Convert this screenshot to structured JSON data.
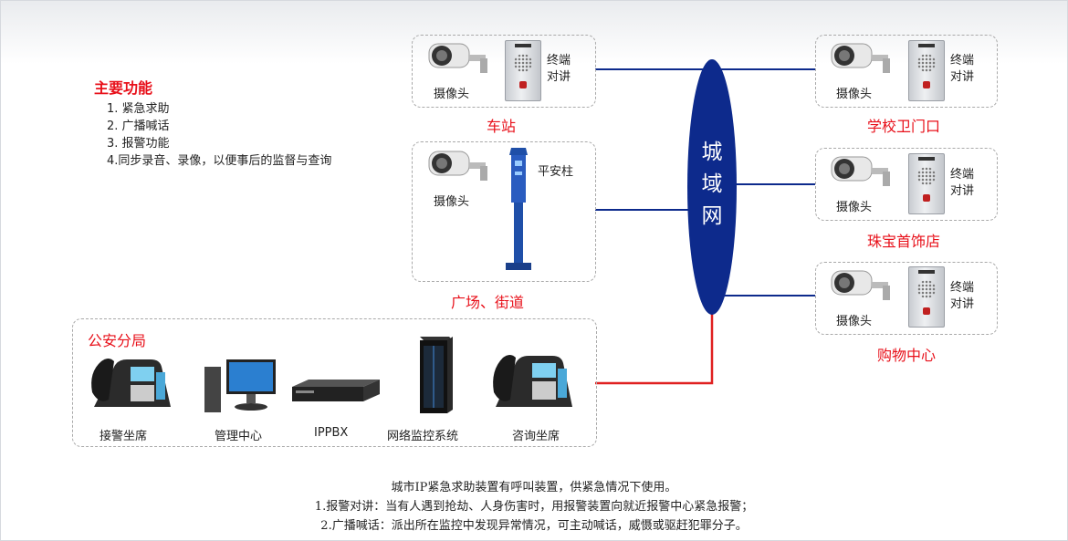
{
  "functions": {
    "title": "主要功能",
    "items": [
      "1. 紧急求助",
      "2. 广播喊话",
      "3. 报警功能",
      "4.同步录音、录像，以便事后的监督与查询"
    ]
  },
  "network": {
    "chars": [
      "城",
      "域",
      "网"
    ],
    "color": "#0d2a8c"
  },
  "sites": {
    "station": {
      "name": "车站",
      "camera": "摄像头",
      "intercom": "终端\n对讲"
    },
    "square": {
      "name": "广场、街道",
      "camera": "摄像头",
      "pillar": "平安柱"
    },
    "school": {
      "name": "学校卫门口",
      "camera": "摄像头",
      "intercom": "终端\n对讲"
    },
    "jewelry": {
      "name": "珠宝首饰店",
      "camera": "摄像头",
      "intercom": "终端\n对讲"
    },
    "mall": {
      "name": "购物中心",
      "camera": "摄像头",
      "intercom": "终端\n对讲"
    }
  },
  "police": {
    "name": "公安分局",
    "devices": [
      "接警坐席",
      "管理中心",
      "IPPBX",
      "网络监控系统",
      "咨询坐席"
    ]
  },
  "notes": [
    "城市IP紧急求助装置有呼叫装置，供紧急情况下使用。",
    "1.报警对讲：当有人遇到抢劫、人身伤害时，用报警装置向就近报警中心紧急报警；",
    "2.广播喊话：派出所在监控中发现异常情况，可主动喊话，威慑或驱赶犯罪分子。"
  ],
  "colors": {
    "red_text": "#e8101a",
    "blue_line": "#0d2a8c",
    "red_line": "#e02020"
  }
}
